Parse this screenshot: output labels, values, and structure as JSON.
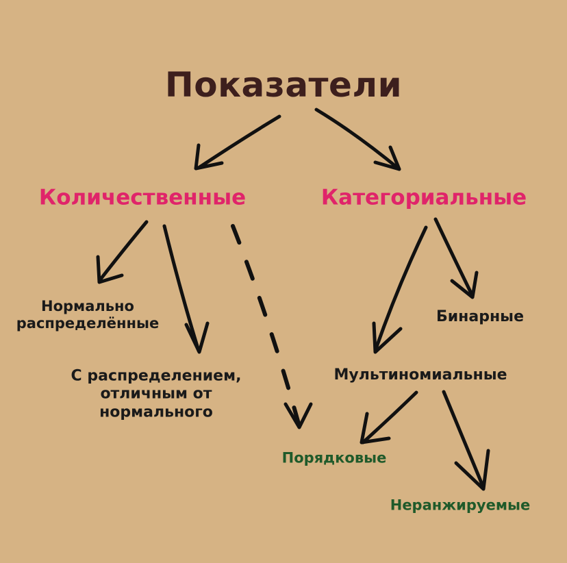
{
  "root": {
    "label": "Показатели"
  },
  "quantitative": {
    "label": "Количественные",
    "children": {
      "normal": "Нормально\nраспределённые",
      "nonnormal": "С распределением,\nотличным от\nнормального"
    }
  },
  "categorical": {
    "label": "Категориальные",
    "children": {
      "binary": "Бинарные",
      "multinomial": "Мультиномиальные"
    }
  },
  "multinomial_children": {
    "ordinal": "Порядковые",
    "nominal": "Неранжируемые"
  },
  "colors": {
    "background": "#d6b384",
    "root_text": "#3d1f1d",
    "level1_text": "#e0246a",
    "leaf_text": "#1a1a1a",
    "level3_text": "#1f5a2a",
    "arrow": "#111111"
  }
}
